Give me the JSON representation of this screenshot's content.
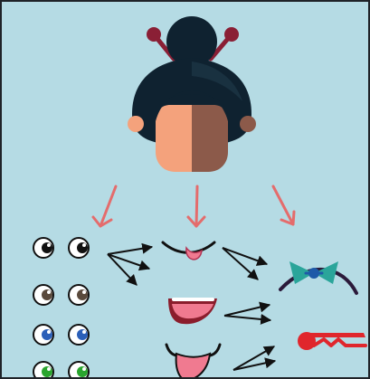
{
  "palette": {
    "background": "#b5dbe4",
    "hair": "#0f2230",
    "hair_highlight": "#1b3342",
    "skin_light": "#f4a27c",
    "skin_dark": "#8c5a4a",
    "hairpin": "#8a1f35",
    "arrow": "#e46c6c",
    "eye_black": "#111111",
    "eye_brown": "#5a4a3c",
    "eye_blue": "#2b5fb8",
    "eye_green": "#2aa52e",
    "mouth_dark": "#8b1d2c",
    "mouth_pink": "#f07a90",
    "bow_teal": "#2aa59a",
    "bow_knot": "#1e5aa8",
    "headband": "#2b1a3a",
    "clip_red": "#e0262c"
  },
  "parts": {
    "character": {
      "hairstyle": "bun-with-hairpins",
      "face_split": "two-tone"
    },
    "eyes": [
      "eye_black",
      "eye_brown",
      "eye_blue",
      "eye_green"
    ],
    "mouths": [
      "smile-with-tongue",
      "open-mouth-closed-smile",
      "wide-open-smile"
    ],
    "accessories": [
      "bow-headband",
      "hair-clip"
    ]
  }
}
